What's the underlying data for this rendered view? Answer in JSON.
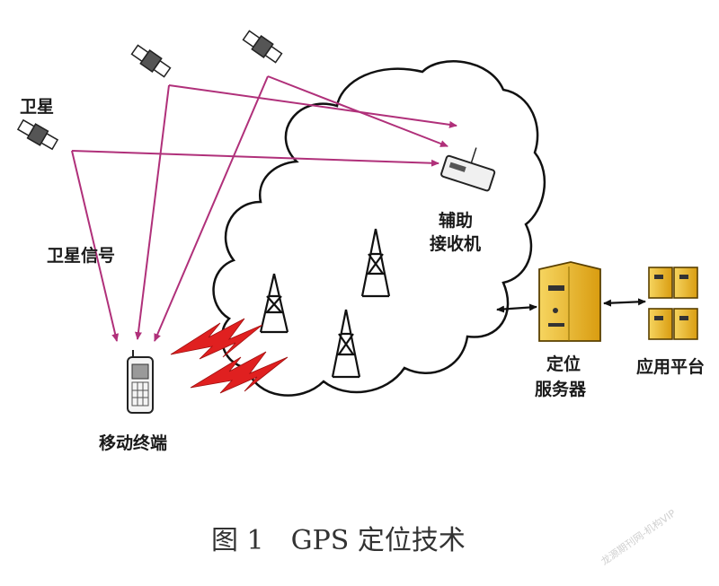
{
  "labels": {
    "satellite": "卫星",
    "satellite_signal": "卫星信号",
    "aux_receiver_line1": "辅助",
    "aux_receiver_line2": "接收机",
    "mobile_terminal": "移动终端",
    "server_line1": "定位",
    "server_line2": "服务器",
    "app_platform": "应用平台"
  },
  "caption": "图 1　GPS 定位技术",
  "watermark": "龙源期刊网-机构VIP",
  "colors": {
    "signal_line": "#b0307a",
    "lightning": "#e02020",
    "server_body": "#e8b830",
    "cloud_outline": "#111111"
  }
}
